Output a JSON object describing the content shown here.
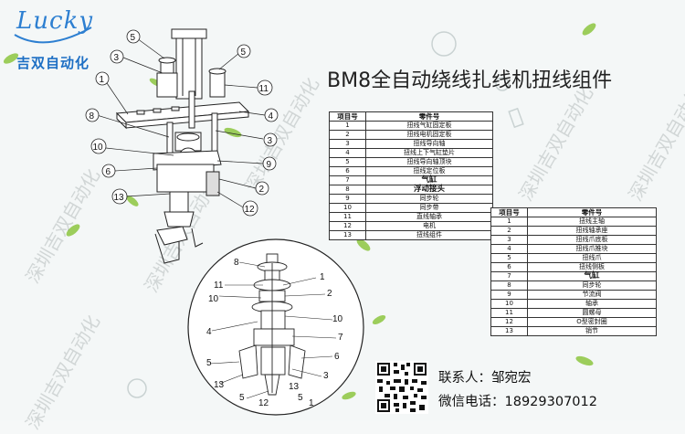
{
  "logo": {
    "script": "Lucky",
    "name": "吉双自动化"
  },
  "title": "BM8全自动绕线扎线机扭线组件",
  "watermark": "深圳吉双自动化",
  "table1": {
    "headers": [
      "项目号",
      "零件号"
    ],
    "rows": [
      [
        "1",
        "扭线气缸固定板"
      ],
      [
        "2",
        "扭线电机固定板"
      ],
      [
        "3",
        "扭线导向轴"
      ],
      [
        "4",
        "扭线上下气缸垫片"
      ],
      [
        "5",
        "扭线导向轴顶块"
      ],
      [
        "6",
        "扭线定位板"
      ],
      [
        "7",
        "气缸"
      ],
      [
        "8",
        "浮动接头"
      ],
      [
        "9",
        "同步轮"
      ],
      [
        "10",
        "同步带"
      ],
      [
        "11",
        "直线轴承"
      ],
      [
        "12",
        "电机"
      ],
      [
        "13",
        "扭线组件"
      ]
    ]
  },
  "table2": {
    "headers": [
      "项目号",
      "零件号"
    ],
    "rows": [
      [
        "1",
        "扭线主轴"
      ],
      [
        "2",
        "扭线轴承座"
      ],
      [
        "3",
        "扭线爪底板"
      ],
      [
        "4",
        "扭线爪推块"
      ],
      [
        "5",
        "扭线爪"
      ],
      [
        "6",
        "扭线侧板"
      ],
      [
        "7",
        "气缸"
      ],
      [
        "8",
        "同步轮"
      ],
      [
        "9",
        "节流阀"
      ],
      [
        "10",
        "轴承"
      ],
      [
        "11",
        "圆螺母"
      ],
      [
        "12",
        "O型密封圈"
      ],
      [
        "13",
        "销节"
      ]
    ]
  },
  "contact": {
    "person": "联系人：邹宛宏",
    "phone": "微信电话：18929307012"
  },
  "callouts_top": [
    "5",
    "3",
    "1",
    "8",
    "10",
    "6",
    "13",
    "5",
    "11",
    "4",
    "3",
    "9",
    "2",
    "12"
  ],
  "callouts_bottom": [
    "8",
    "11",
    "1",
    "2",
    "10",
    "10",
    "7",
    "4",
    "5",
    "13",
    "6",
    "3",
    "5",
    "13",
    "5",
    "1",
    "12"
  ],
  "colors": {
    "logo": "#2d7fd1",
    "leaf": "#8cc63f",
    "line": "#222222"
  }
}
